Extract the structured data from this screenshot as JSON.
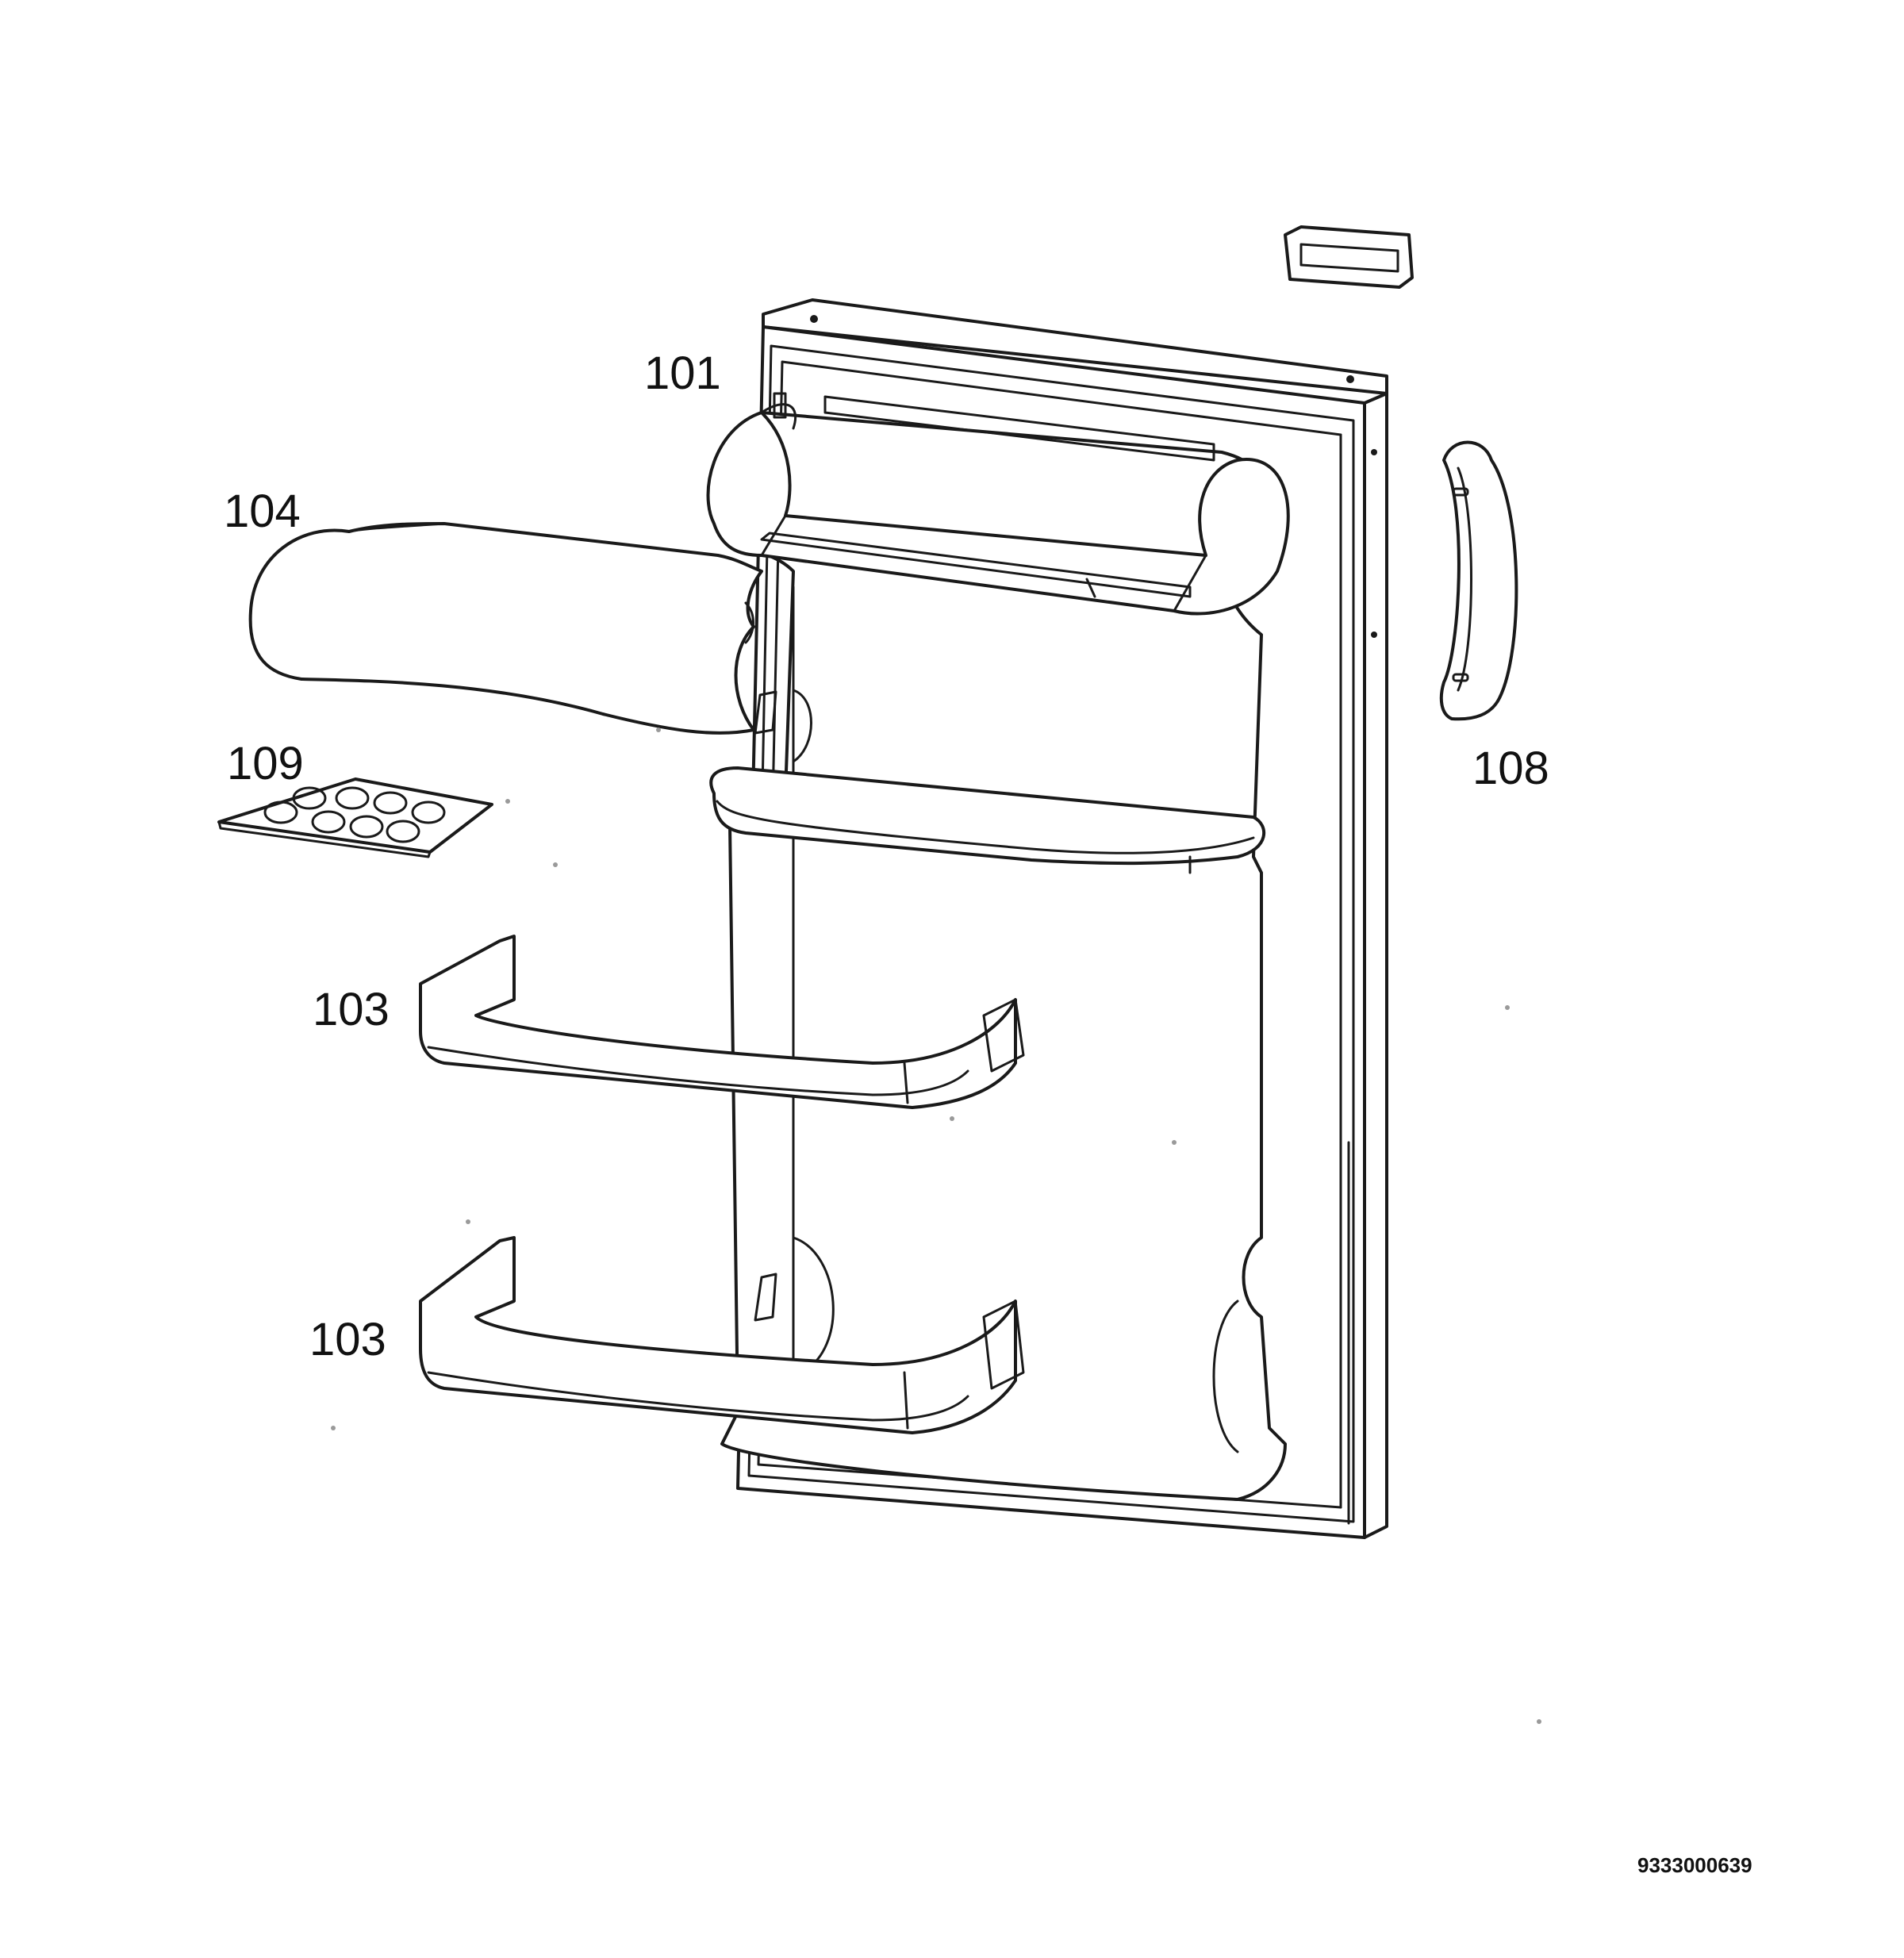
{
  "callouts": {
    "p101": "101",
    "p104": "104",
    "p109": "109",
    "p103_upper": "103",
    "p103_lower": "103",
    "p108": "108"
  },
  "diagram_code": "9333000639",
  "colors": {
    "line": "#1a1a1a",
    "background": "#ffffff"
  }
}
